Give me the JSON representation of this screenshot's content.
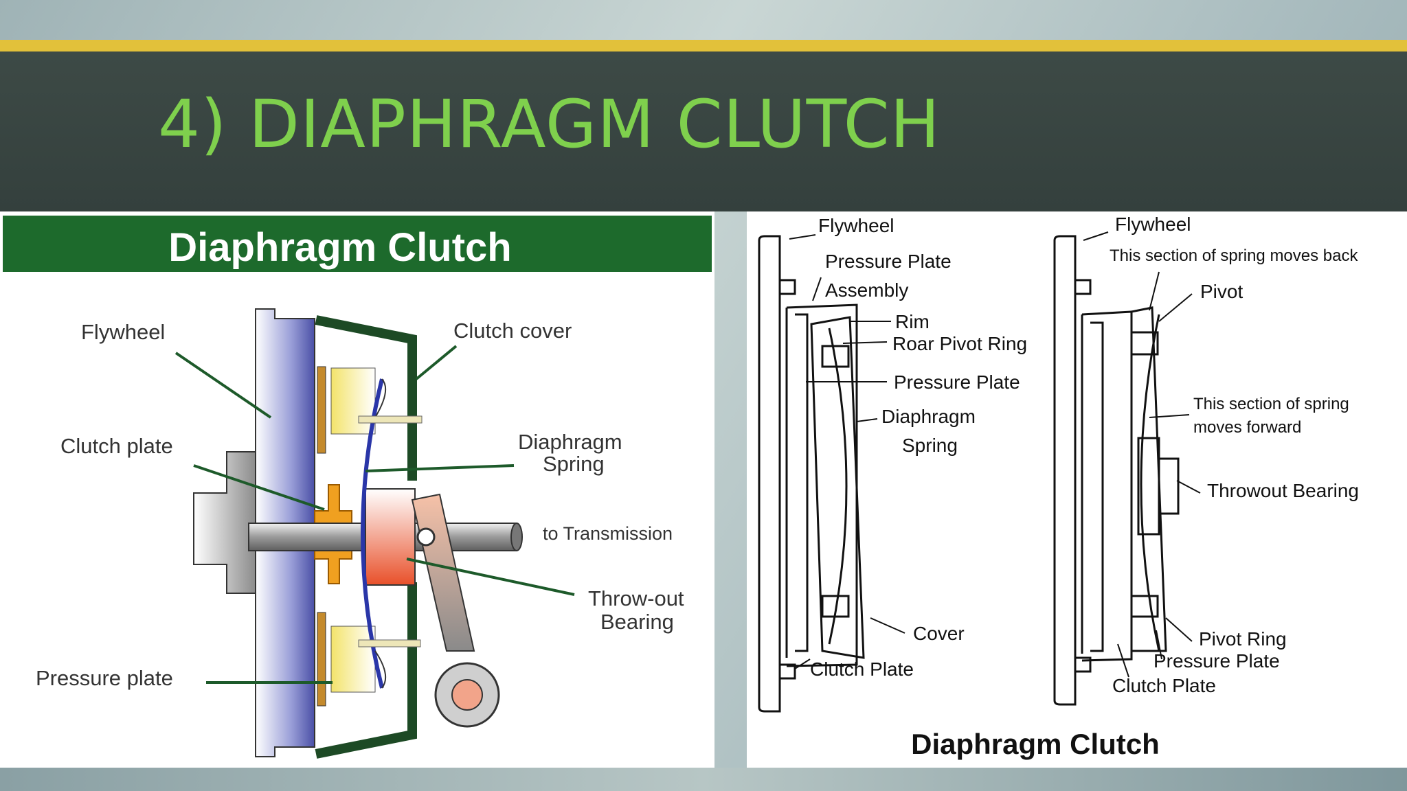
{
  "slide": {
    "title": "4) DIAPHRAGM CLUTCH"
  },
  "left_diagram": {
    "banner": "Diaphragm Clutch",
    "labels": {
      "flywheel": "Flywheel",
      "clutch_cover": "Clutch cover",
      "clutch_plate": "Clutch plate",
      "diaphragm": "Diaphragm",
      "spring": "Spring",
      "to_transmission": "to Transmission",
      "throw_out": "Throw-out",
      "bearing": "Bearing",
      "pressure_plate": "Pressure plate"
    }
  },
  "right_diagram": {
    "caption": "Diaphragm Clutch",
    "left_view": {
      "flywheel": "Flywheel",
      "pressure_plate": "Pressure Plate",
      "assembly": "Assembly",
      "rim": "Rim",
      "roar_pivot_ring": "Roar Pivot Ring",
      "pressure_plate_2": "Pressure Plate",
      "diaphragm": "Diaphragm",
      "spring": "Spring",
      "cover": "Cover",
      "clutch_plate": "Clutch Plate"
    },
    "right_view": {
      "flywheel": "Flywheel",
      "spring_back": "This section of spring moves back",
      "pivot": "Pivot",
      "spring_forward_1": "This section of spring",
      "spring_forward_2": "moves forward",
      "throwout_bearing": "Throwout Bearing",
      "pivot_ring": "Pivot Ring",
      "pressure_plate": "Pressure Plate",
      "clutch_plate": "Clutch Plate"
    }
  }
}
